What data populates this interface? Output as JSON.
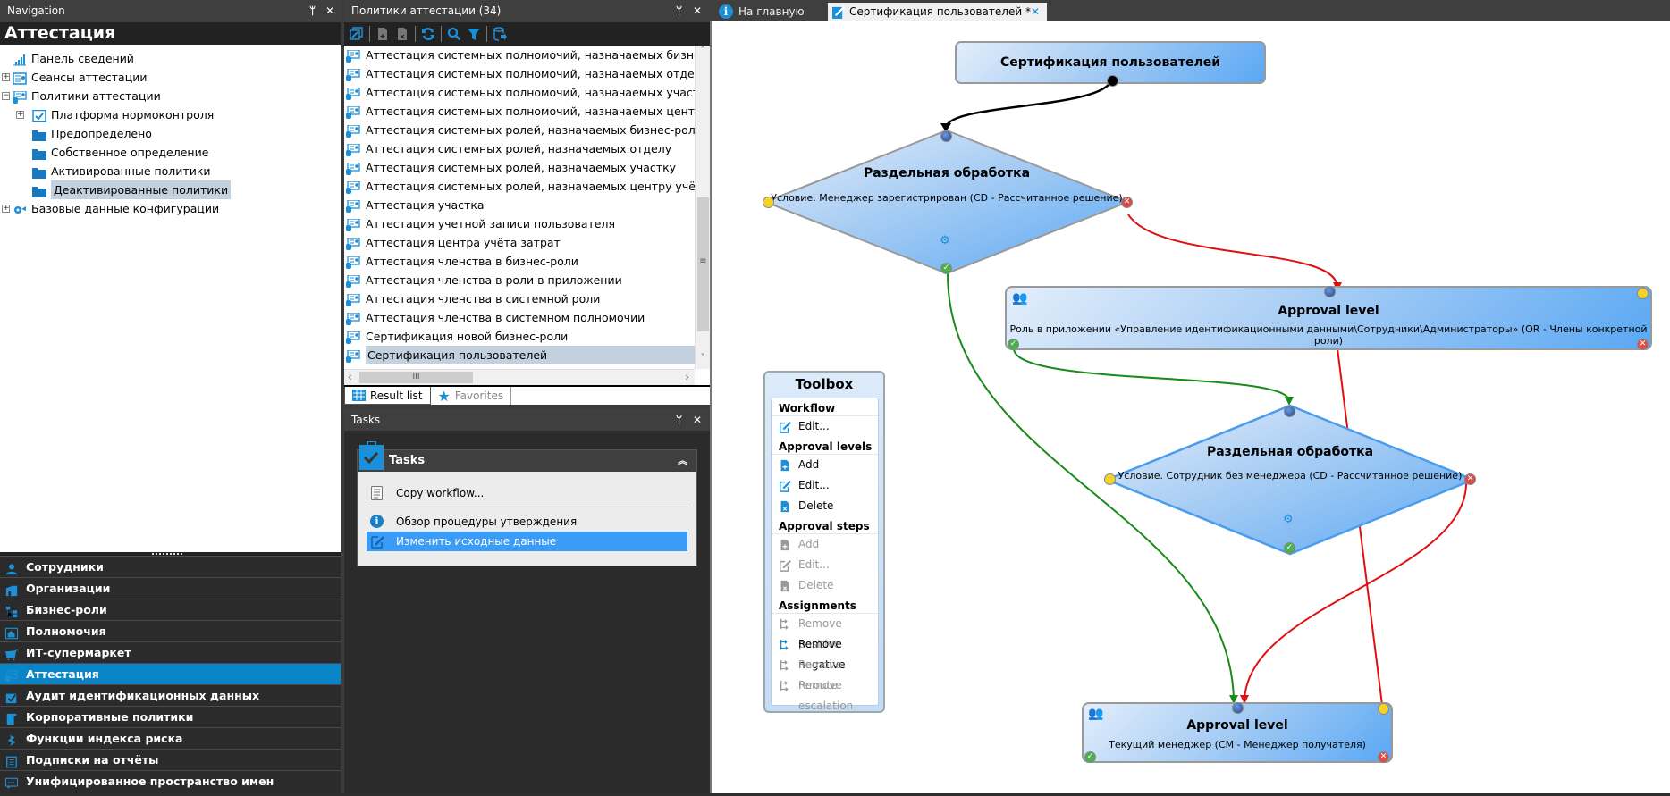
{
  "navigation": {
    "panel_title": "Navigation",
    "section_title": "Аттестация",
    "tree": [
      {
        "label": "Панель сведений",
        "icon": "dashboard-icon",
        "level": 0,
        "expander": null
      },
      {
        "label": "Сеансы аттестации",
        "icon": "attestation-run-icon",
        "level": 0,
        "expander": "+"
      },
      {
        "label": "Политики аттестации",
        "icon": "attestation-policy-icon",
        "level": 0,
        "expander": "-"
      },
      {
        "label": "Платформа нормоконтроля",
        "icon": "compliance-icon",
        "level": 1,
        "expander": "+"
      },
      {
        "label": "Предопределено",
        "icon": "folder-icon",
        "level": 1,
        "expander": null
      },
      {
        "label": "Собственное определение",
        "icon": "folder-icon",
        "level": 1,
        "expander": null
      },
      {
        "label": "Активированные политики",
        "icon": "folder-icon",
        "level": 1,
        "expander": null
      },
      {
        "label": "Деактивированные политики",
        "icon": "folder-icon",
        "level": 1,
        "expander": null,
        "selected": true
      },
      {
        "label": "Базовые данные конфигурации",
        "icon": "config-icon",
        "level": 0,
        "expander": "+"
      }
    ],
    "categories": [
      {
        "label": "Сотрудники",
        "icon": "person-icon"
      },
      {
        "label": "Организации",
        "icon": "building-icon"
      },
      {
        "label": "Бизнес-роли",
        "icon": "business-roles-icon"
      },
      {
        "label": "Полномочия",
        "icon": "entitlements-icon"
      },
      {
        "label": "ИТ-супермаркет",
        "icon": "cart-icon"
      },
      {
        "label": "Аттестация",
        "icon": "attestation-icon",
        "active": true
      },
      {
        "label": "Аудит идентификационных данных",
        "icon": "audit-icon"
      },
      {
        "label": "Корпоративные политики",
        "icon": "policy-icon"
      },
      {
        "label": "Функции индекса риска",
        "icon": "risk-icon"
      },
      {
        "label": "Подписки на отчёты",
        "icon": "report-icon"
      },
      {
        "label": "Унифицированное пространство имен",
        "icon": "namespace-icon"
      }
    ]
  },
  "results": {
    "panel_title": "Политики аттестации (34)",
    "toolbar": [
      "edit-icon",
      "add-icon",
      "delete-icon",
      "refresh-icon",
      "search-icon",
      "filter-icon",
      "export-icon"
    ],
    "items": [
      "Аттестация системных полномочий, назначаемых бизнес-роли",
      "Аттестация системных полномочий, назначаемых отделу",
      "Аттестация системных полномочий, назначаемых участку",
      "Аттестация системных полномочий, назначаемых центру учёта затрат",
      "Аттестация системных ролей, назначаемых бизнес-роли",
      "Аттестация системных ролей, назначаемых отделу",
      "Аттестация системных ролей, назначаемых участку",
      "Аттестация системных ролей, назначаемых центру учёта затрат",
      "Аттестация участка",
      "Аттестация учетной записи пользователя",
      "Аттестация центра учёта затрат",
      "Аттестация членства в бизнес-роли",
      "Аттестация членства в роли в приложении",
      "Аттестация членства в системной роли",
      "Аттестация членства в системном полномочии",
      "Сертификация новой бизнес-роли",
      "Сертификация пользователей"
    ],
    "selected_index": 16,
    "bottom_tabs": {
      "result_list": "Result list",
      "favorites": "Favorites"
    }
  },
  "tasks": {
    "panel_title": "Tasks",
    "box_title": "Tasks",
    "items": [
      {
        "label": "Copy workflow...",
        "icon": "copy-icon"
      },
      {
        "label": "Обзор процедуры утверждения",
        "icon": "info-icon"
      },
      {
        "label": "Изменить исходные данные",
        "icon": "edit-icon",
        "selected": true
      }
    ]
  },
  "document": {
    "tabs": [
      {
        "label": "На главную",
        "icon": "info-icon"
      },
      {
        "label": "Сертификация пользователей *",
        "icon": "edit-icon",
        "active": true
      }
    ],
    "workflow": {
      "start": "Сертификация пользователей",
      "decision1": {
        "title": "Раздельная обработка",
        "condition": "Условие. Менеджер зарегистрирован (CD - Рассчитанное решение)"
      },
      "level1": {
        "title": "Approval level",
        "text": "Роль в приложении «Управление идентификационными данными\\Сотрудники\\Администраторы» (OR - Члены конкретной роли)"
      },
      "decision2": {
        "title": "Раздельная обработка",
        "condition": "Условие. Сотрудник без менеджера (CD - Рассчитанное решение)"
      },
      "level2": {
        "title": "Approval level",
        "text": "Текущий менеджер (CM - Менеджер получателя)"
      }
    },
    "toolbox": {
      "title": "Toolbox",
      "sections": [
        {
          "title": "Workflow",
          "items": [
            {
              "label": "Edit...",
              "enabled": true
            }
          ]
        },
        {
          "title": "Approval levels",
          "items": [
            {
              "label": "Add",
              "enabled": true
            },
            {
              "label": "Edit...",
              "enabled": true
            },
            {
              "label": "Delete",
              "enabled": true
            }
          ]
        },
        {
          "title": "Approval steps",
          "items": [
            {
              "label": "Add",
              "enabled": false
            },
            {
              "label": "Edit...",
              "enabled": false
            },
            {
              "label": "Delete",
              "enabled": false
            }
          ]
        },
        {
          "title": "Assignments",
          "items": [
            {
              "label": "Remove positive",
              "enabled": false
            },
            {
              "label": "Remove negative",
              "enabled": true
            },
            {
              "label": "Remove reroute",
              "enabled": false
            },
            {
              "label": "Remove escalation",
              "enabled": false
            }
          ]
        }
      ]
    }
  },
  "colors": {
    "accent": "#0a85c7",
    "selection": "#c3d0dd",
    "task_selection": "#3b9cf7",
    "positive": "#1a8a1a",
    "negative": "#e01010"
  }
}
